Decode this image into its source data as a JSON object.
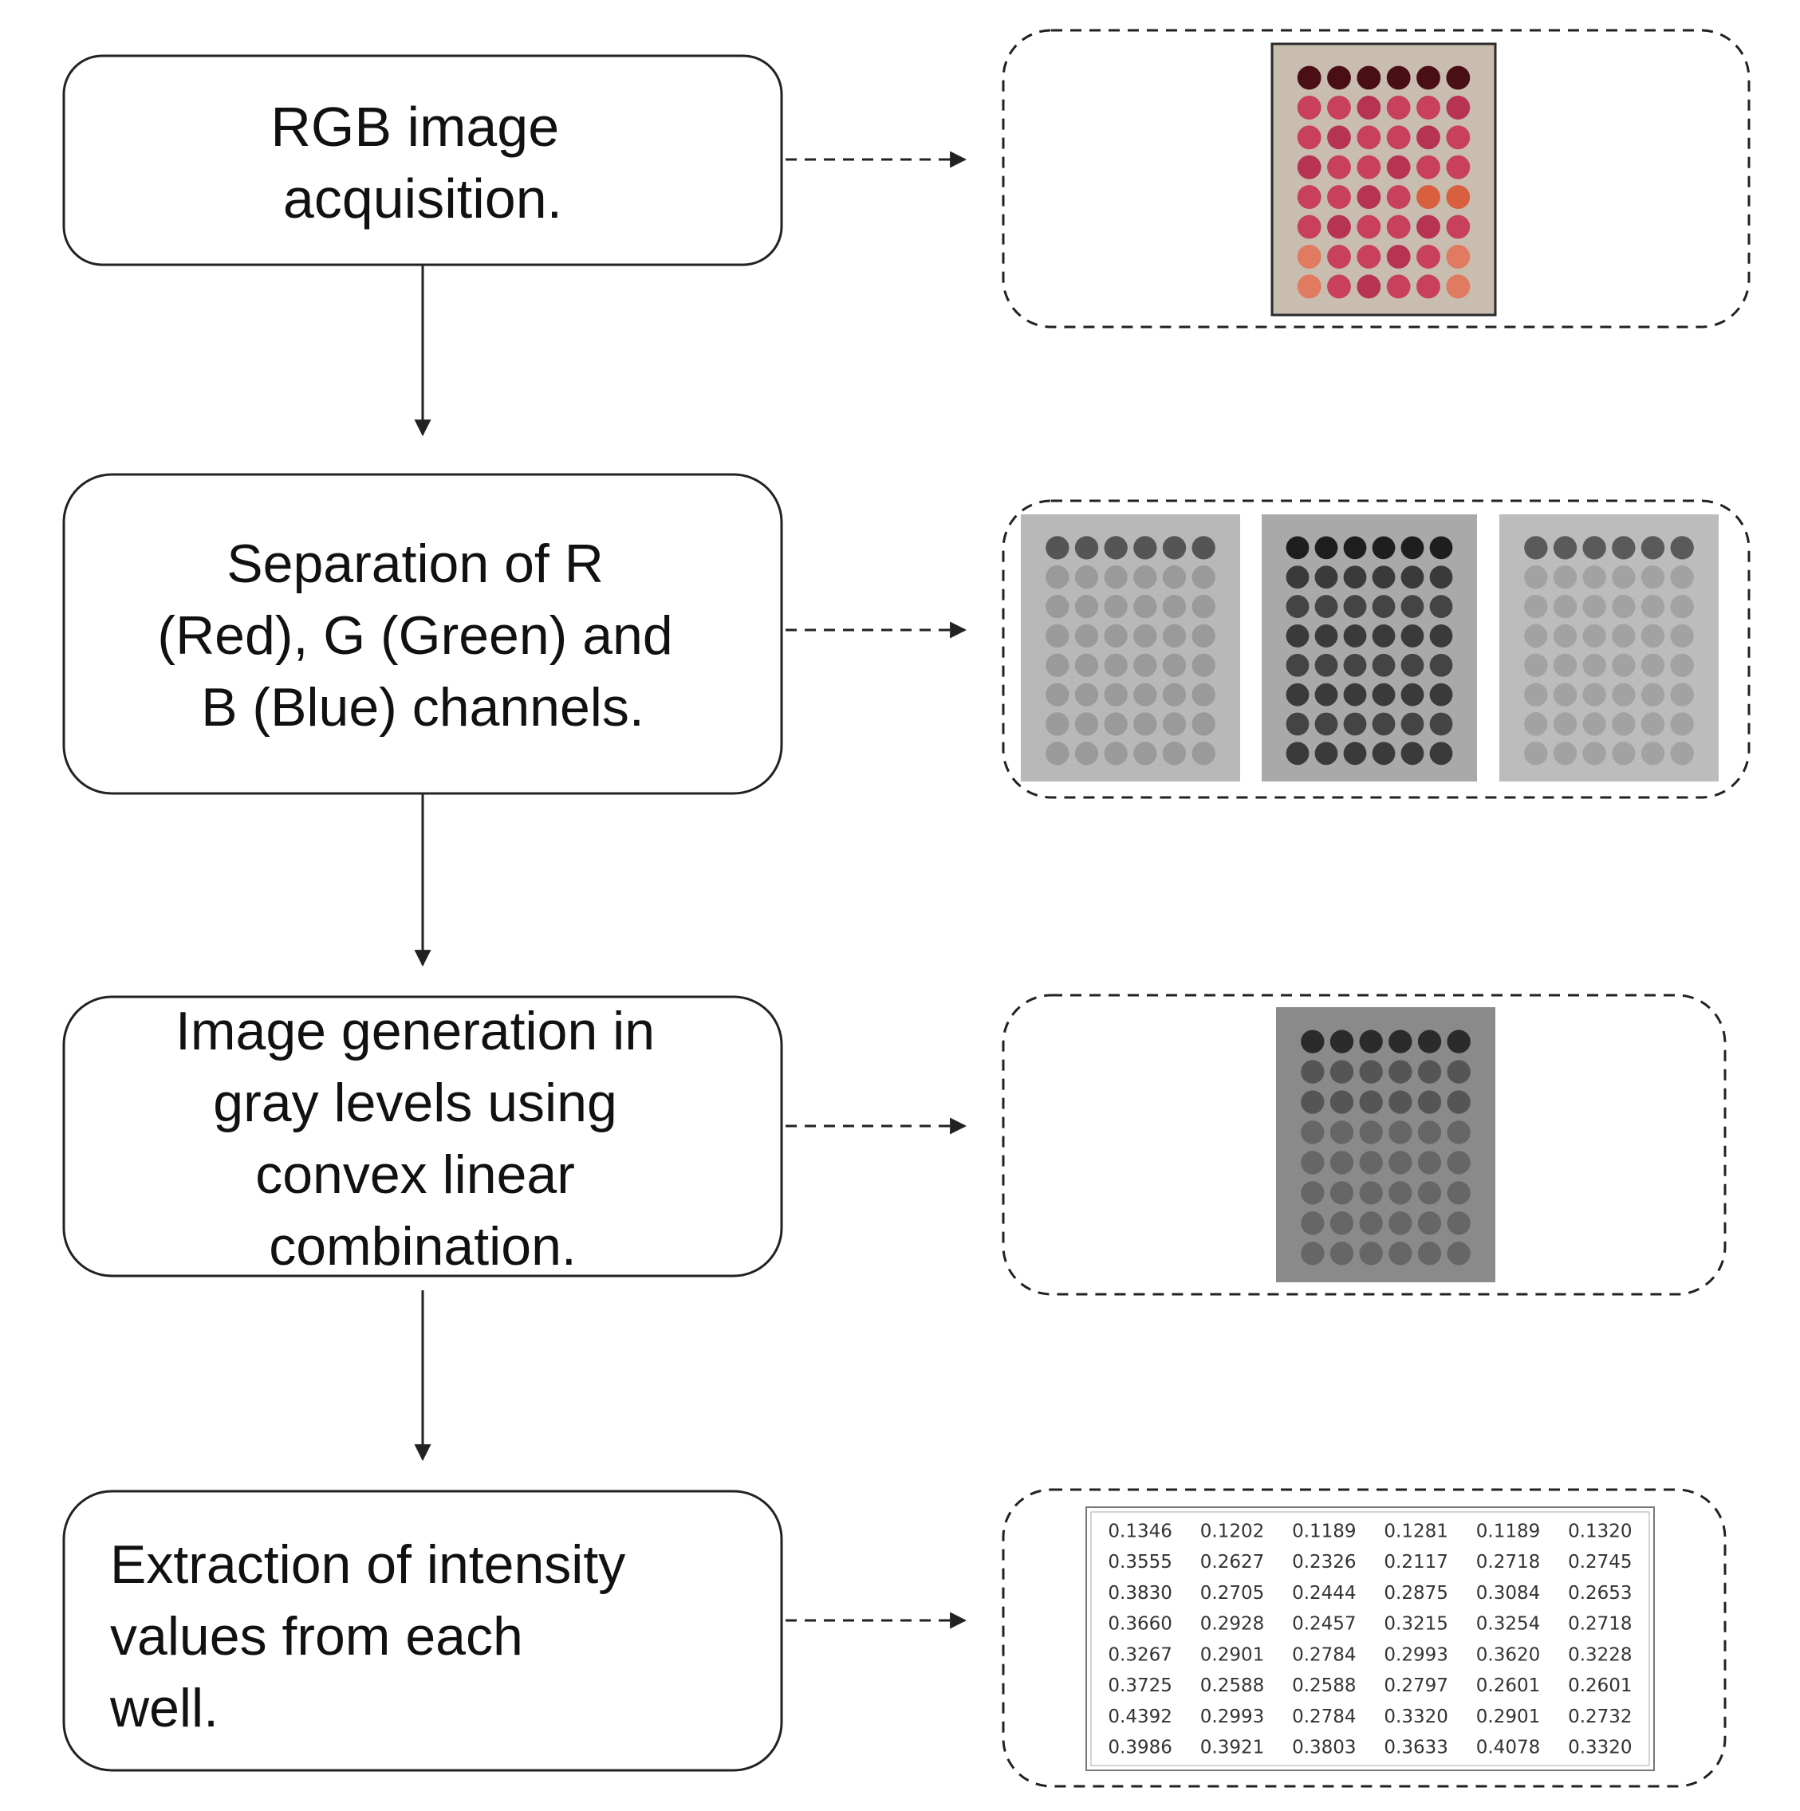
{
  "steps": [
    {
      "lines": [
        "RGB image",
        "acquisition."
      ]
    },
    {
      "lines": [
        "Separation of R",
        "(Red), G (Green) and",
        "B (Blue) channels."
      ]
    },
    {
      "lines": [
        "Image generation in",
        "gray levels using",
        "convex linear",
        "combination."
      ]
    },
    {
      "lines": [
        "Extraction of intensity",
        "values from each",
        "well."
      ]
    }
  ],
  "intensity_table": [
    [
      "0.1346",
      "0.1202",
      "0.1189",
      "0.1281",
      "0.1189",
      "0.1320"
    ],
    [
      "0.3555",
      "0.2627",
      "0.2326",
      "0.2117",
      "0.2718",
      "0.2745"
    ],
    [
      "0.3830",
      "0.2705",
      "0.2444",
      "0.2875",
      "0.3084",
      "0.2653"
    ],
    [
      "0.3660",
      "0.2928",
      "0.2457",
      "0.3215",
      "0.3254",
      "0.2718"
    ],
    [
      "0.3267",
      "0.2901",
      "0.2784",
      "0.2993",
      "0.3620",
      "0.3228"
    ],
    [
      "0.3725",
      "0.2588",
      "0.2588",
      "0.2797",
      "0.2601",
      "0.2601"
    ],
    [
      "0.4392",
      "0.2993",
      "0.2784",
      "0.3320",
      "0.2901",
      "0.2732"
    ],
    [
      "0.3986",
      "0.3921",
      "0.3803",
      "0.3633",
      "0.4078",
      "0.3320"
    ]
  ],
  "colors": {
    "stroke": "#222222",
    "plate_bg": "#c9bdb0",
    "well_top": "#4a0f14",
    "well_main": "#c8405c",
    "well_light": "#e07a60"
  }
}
